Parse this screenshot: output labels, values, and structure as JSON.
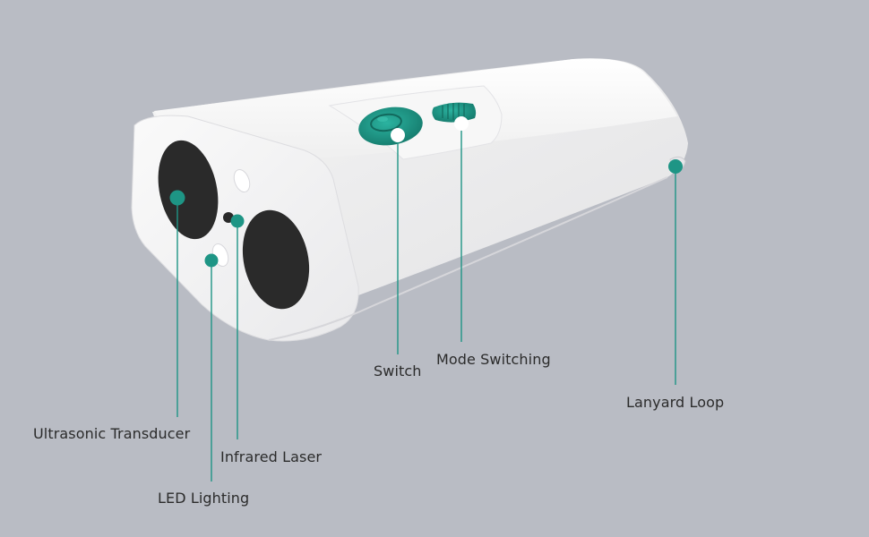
{
  "colors": {
    "background": "#b9bcc4",
    "device_body": "#f3f3f3",
    "accent_teal": "#1e9585",
    "callout_line": "#1e9585",
    "transducer": "#2a2a2a",
    "label_text": "#2b2b2b"
  },
  "callouts": {
    "ultrasonic_transducer": "Ultrasonic Transducer",
    "infrared_laser": "Infrared Laser",
    "led_lighting": "LED Lighting",
    "switch": "Switch",
    "mode_switching": "Mode Switching",
    "lanyard_loop": "Lanyard Loop"
  }
}
